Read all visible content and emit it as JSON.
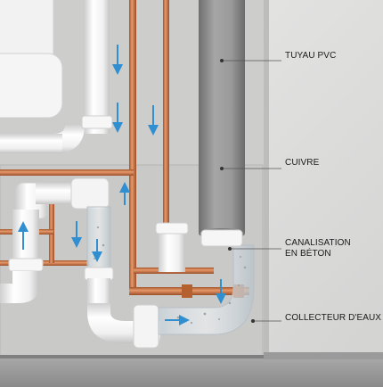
{
  "labels": {
    "pvc_pipe": "TUYAU PVC",
    "copper": "CUIVRE",
    "concrete_line1": "CANALISATION",
    "concrete_line2": "EN BÉTON",
    "collector": "COLLECTEUR D'EAUX U"
  },
  "colors": {
    "wall": "#e8e8e6",
    "panel": "#d4d4d3",
    "copper": "#c8703f",
    "pvc": "#f4f4f4",
    "flow_arrow": "#2f8fd0",
    "concrete": "#8e8e8e"
  }
}
